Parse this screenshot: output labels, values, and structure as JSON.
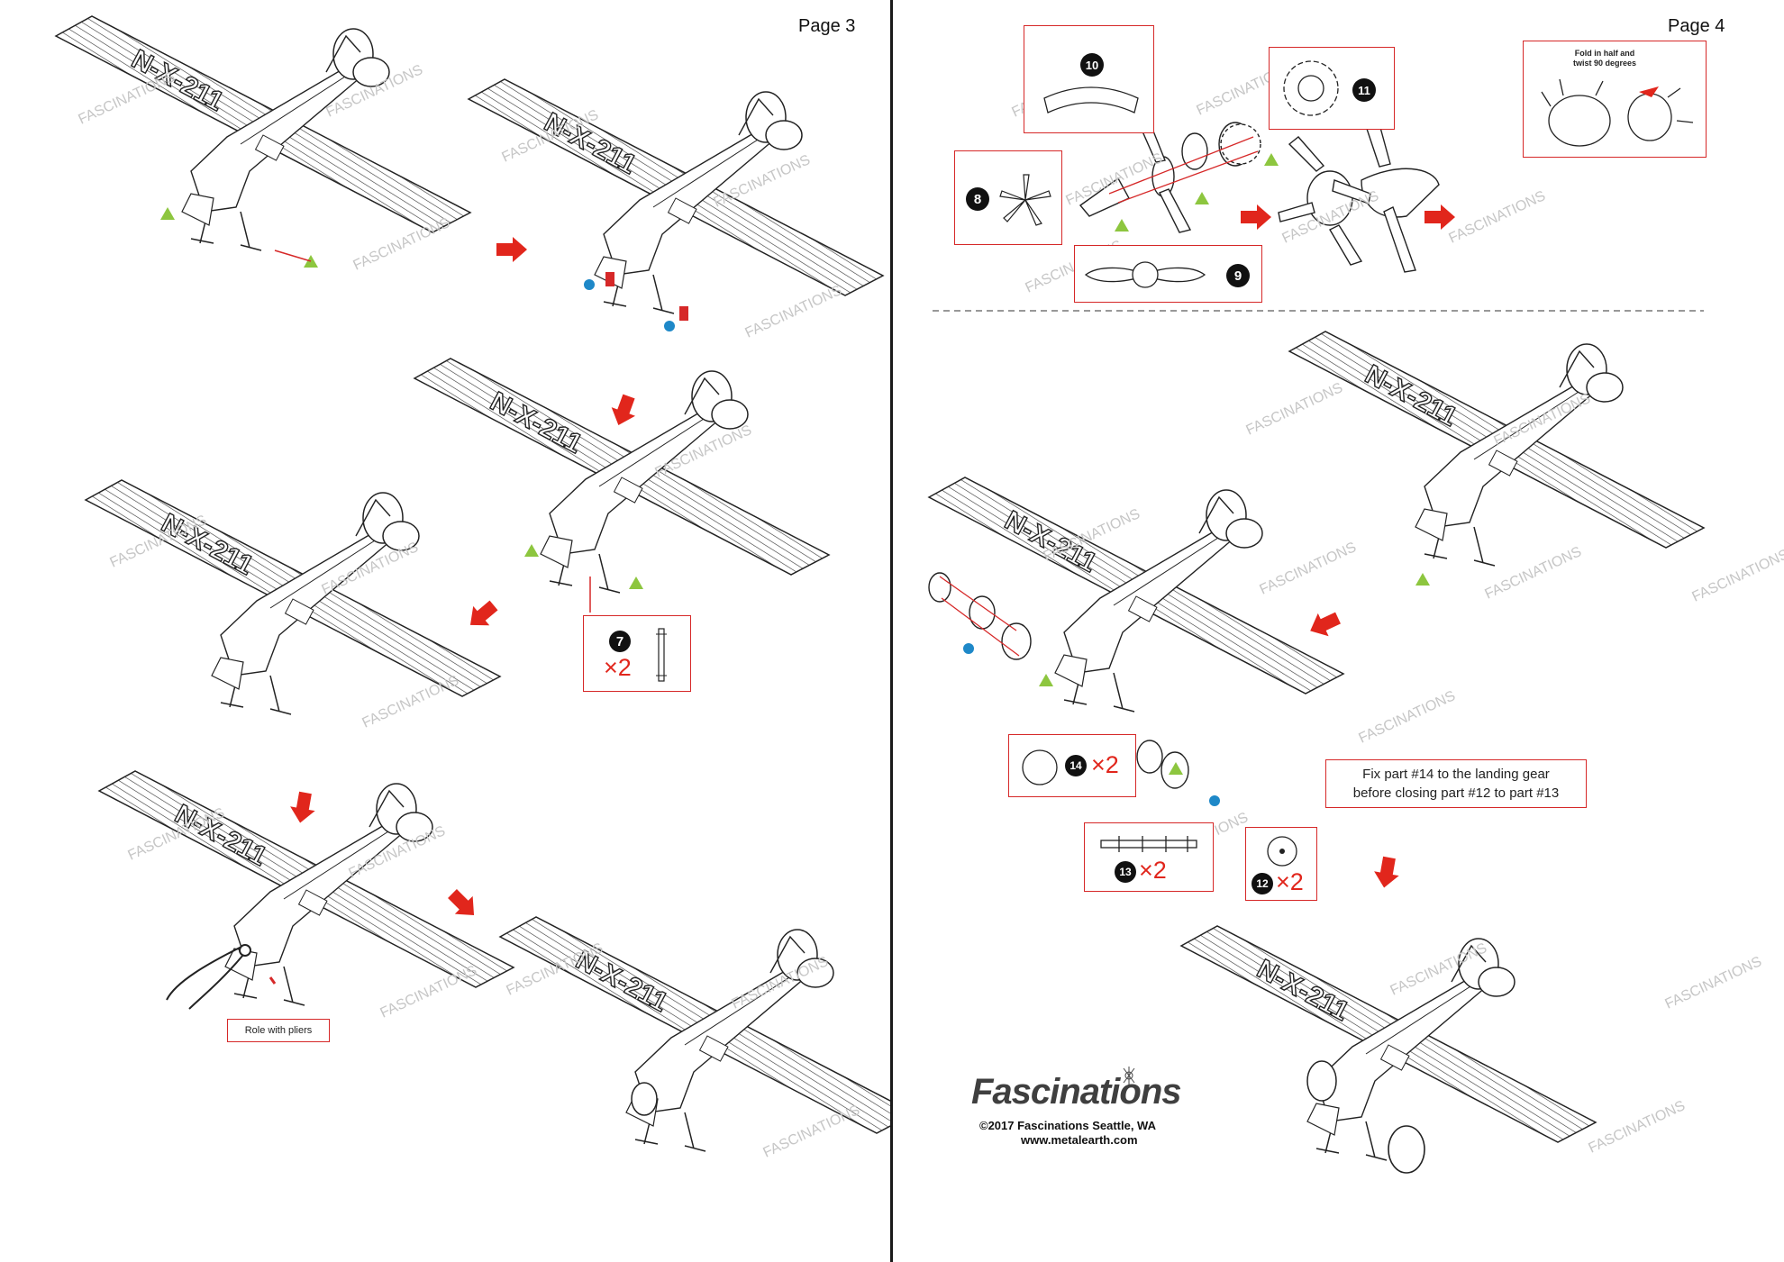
{
  "pages": {
    "left": {
      "label": "Page 3"
    },
    "right": {
      "label": "Page 4"
    }
  },
  "callouts": {
    "part7": {
      "number": "7",
      "qty": "×2"
    },
    "pliers": {
      "text": "Role with pliers"
    },
    "part10": {
      "number": "10"
    },
    "part11": {
      "number": "11"
    },
    "part8": {
      "number": "8"
    },
    "part9": {
      "number": "9"
    },
    "fold": {
      "text_line1": "Fold in half and",
      "text_line2": "twist 90 degrees"
    },
    "part14": {
      "number": "14",
      "qty": "×2"
    },
    "part13": {
      "number": "13",
      "qty": "×2"
    },
    "part12": {
      "number": "12",
      "qty": "×2"
    },
    "note": {
      "line1": "Fix part #14 to the landing gear",
      "line2": "before closing part #12 to part #13"
    }
  },
  "plane_registration": "N-X-211",
  "watermark": "FASCINATIONS",
  "branding": {
    "logo": "Fascinations",
    "copyright": "©2017 Fascinations Seattle, WA",
    "website": "www.metalearth.com"
  },
  "colors": {
    "callout_border": "#d62828",
    "arrow": "#e1261c",
    "triangle_marker": "#8dc63f",
    "dot_marker": "#1e88c8"
  }
}
